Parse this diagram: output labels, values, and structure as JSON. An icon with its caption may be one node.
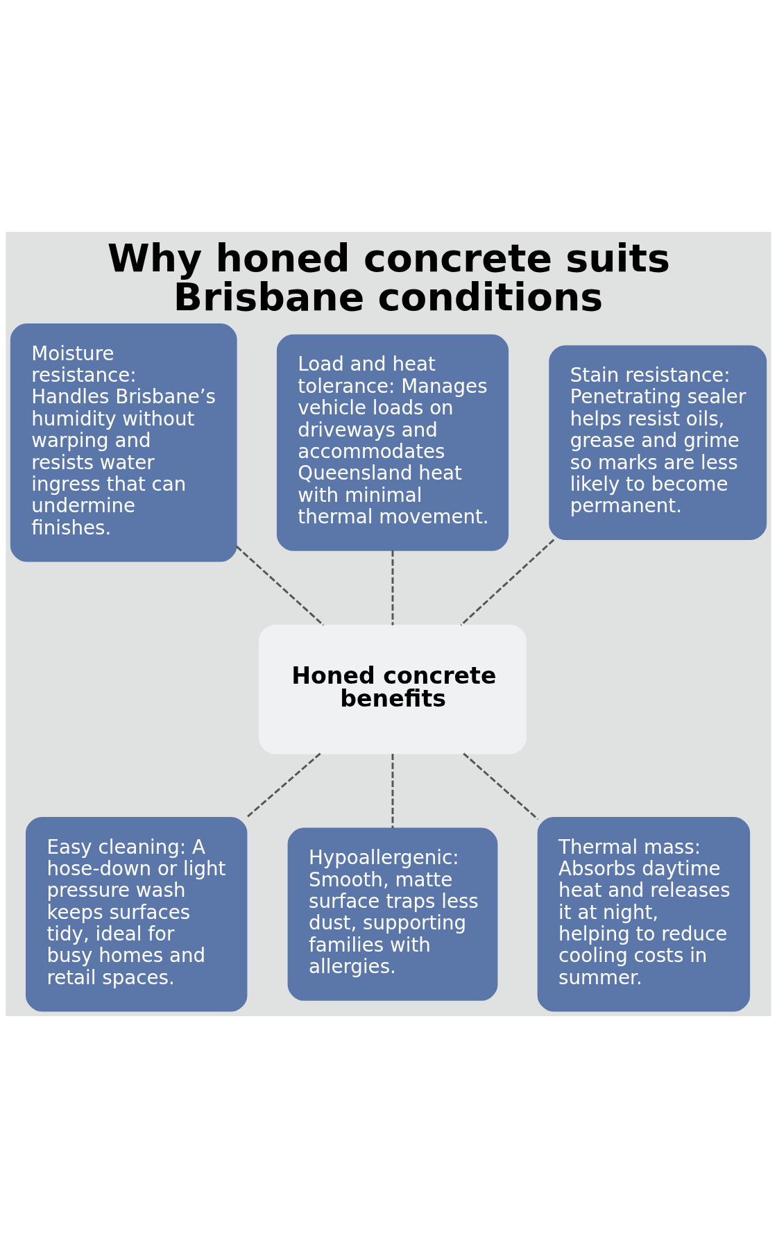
{
  "diagram": {
    "title": "Why honed concrete suits Brisbane conditions",
    "nodes": [
      {
        "text": [
          "Moisture resistance: Handles Brisbane’s humidity without warping and resists water ingress that can undermine finishes."
        ]
      },
      {
        "text": [
          "Load and heat tolerance: Manages vehicle loads on driveways and accommodates Queensland heat with minimal thermal movement."
        ]
      },
      {
        "text": [
          "Stain resistance: Penetrating sealer helps resist oils, grease and grime so marks are less likely to become permanent."
        ]
      },
      {
        "text": [
          "Honed concrete benefits"
        ]
      },
      {
        "text": [
          "Easy cleaning: A hose-down or light pressure wash keeps surfaces tidy, ideal for busy homes and retail spaces."
        ]
      },
      {
        "text": [
          "Hypoallergenic: Smooth, matte surface traps less dust, supporting families with allergies."
        ]
      },
      {
        "text": [
          "Thermal mass: Absorbs daytime heat and releases it at night, helping to reduce cooling costs in summer."
        ]
      }
    ],
    "edges": [
      {
        "from": 0,
        "to": 3,
        "arrow": "none",
        "style": "dashed"
      },
      {
        "from": 1,
        "to": 3,
        "arrow": "none",
        "style": "dashed"
      },
      {
        "from": 2,
        "to": 3,
        "arrow": "none",
        "style": "dashed"
      },
      {
        "from": 3,
        "to": 4,
        "arrow": "none",
        "style": "dashed"
      },
      {
        "from": 3,
        "to": 5,
        "arrow": "none",
        "style": "dashed"
      },
      {
        "from": 3,
        "to": 6,
        "arrow": "none",
        "style": "dashed"
      }
    ]
  }
}
